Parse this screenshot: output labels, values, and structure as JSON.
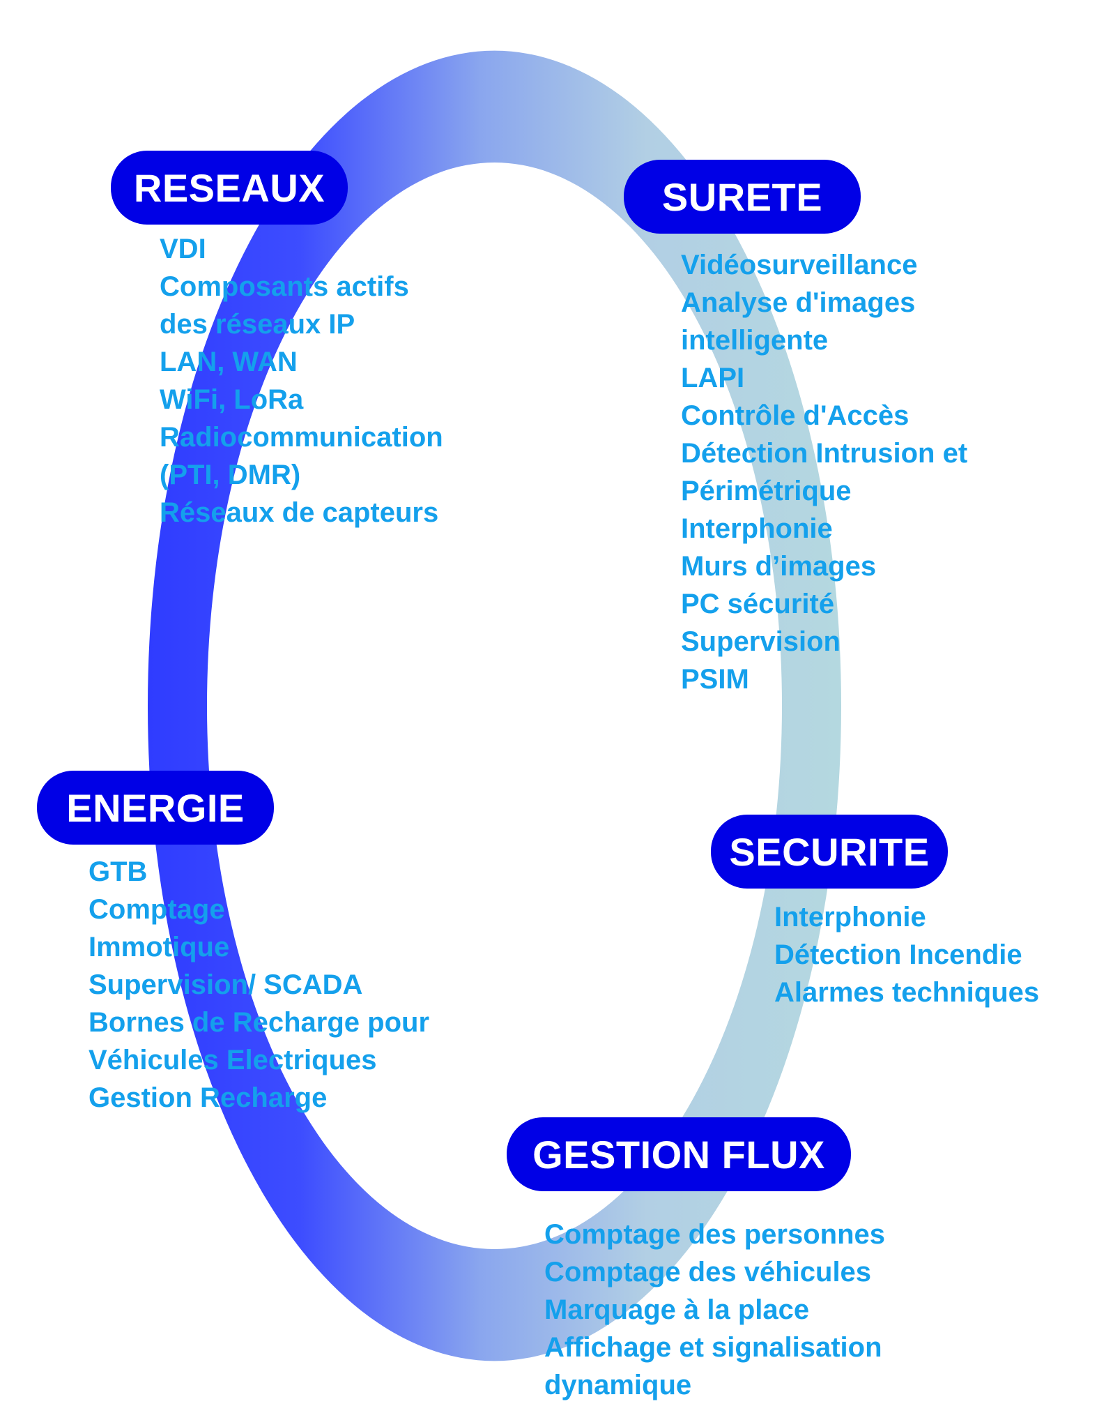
{
  "colors": {
    "pill_fill": "#0000e6",
    "pill_text": "#ffffff",
    "item_text": "#14a0ec",
    "ring_left": "#2f3cff",
    "ring_mid": "#8aa6ee",
    "ring_right": "#b4d8e0"
  },
  "sections": {
    "reseaux": {
      "title": "RESEAUX",
      "items": [
        "VDI",
        "Composants actifs",
        "des réseaux IP",
        "LAN, WAN",
        "WiFi, LoRa",
        "Radiocommunication",
        "(PTI, DMR)",
        "Réseaux de capteurs"
      ]
    },
    "surete": {
      "title": "SURETE",
      "items": [
        "Vidéosurveillance",
        "Analyse d'images",
        "intelligente",
        "LAPI",
        "Contrôle d'Accès",
        "Détection Intrusion et",
        "Périmétrique",
        "Interphonie",
        "Murs d’images",
        "PC sécurité",
        "Supervision",
        "PSIM"
      ]
    },
    "energie": {
      "title": "ENERGIE",
      "items": [
        "GTB",
        "Comptage",
        "Immotique",
        "Supervision/ SCADA",
        "Bornes de Recharge pour",
        "Véhicules Electriques",
        "Gestion Recharge"
      ]
    },
    "securite": {
      "title": "SECURITE",
      "items": [
        "Interphonie",
        "Détection Incendie",
        "Alarmes techniques"
      ]
    },
    "flux": {
      "title": "GESTION FLUX",
      "items": [
        "Comptage des personnes",
        "Comptage des véhicules",
        "Marquage à la place",
        "Affichage et signalisation",
        "dynamique"
      ]
    }
  }
}
